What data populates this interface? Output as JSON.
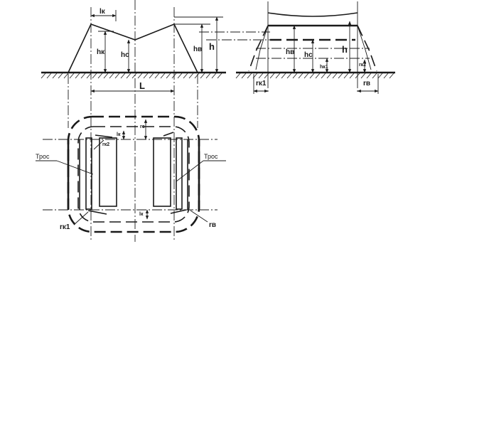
{
  "side_view": {
    "labels": {
      "lk": "lк",
      "hk": "hк",
      "hc": "hс",
      "hb": "hв",
      "h": "h",
      "L": "L"
    }
  },
  "end_view": {
    "labels": {
      "hb": "hв",
      "hc": "hс",
      "h": "h",
      "hk1": "hк1",
      "rk2": "rк2",
      "rk1": "rк1",
      "rb": "rв"
    }
  },
  "plan_view": {
    "labels": {
      "rc": "rс",
      "rk2": "rк2",
      "rk1": "rк1",
      "rb": "rв",
      "lk_top": "lк",
      "lk_bottom": "lк",
      "rope_left": "Трос",
      "rope_right": "Трос"
    }
  }
}
